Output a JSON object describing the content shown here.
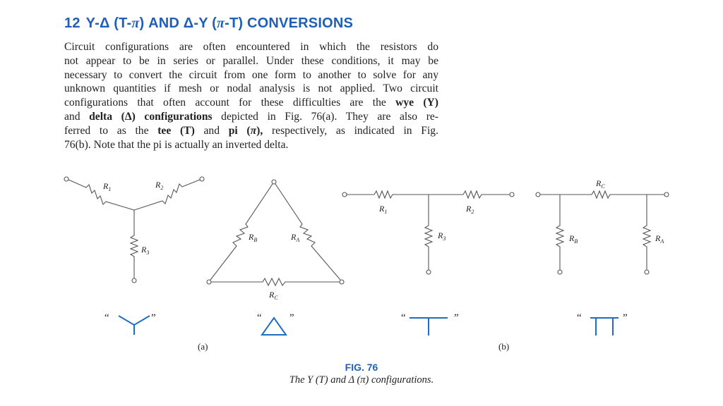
{
  "section": {
    "number": "12",
    "title_parts": [
      "Y-Δ (T-",
      "π",
      ") AND Δ-Y (",
      "π",
      "-T) CONVERSIONS"
    ]
  },
  "paragraph": {
    "lines": [
      [
        {
          "t": "Circuit configurations are often encountered in which the resistors do"
        }
      ],
      [
        {
          "t": "not appear to be in series or parallel. Under these conditions, it may be"
        }
      ],
      [
        {
          "t": "necessary to convert the circuit from one form to another to solve for any"
        }
      ],
      [
        {
          "t": "unknown quantities if mesh or nodal analysis is not applied. Two circuit"
        }
      ],
      [
        {
          "t": "configurations that often account for these difficulties are the "
        },
        {
          "t": "wye (Y)",
          "b": true
        }
      ],
      [
        {
          "t": "and "
        },
        {
          "t": "delta (Δ) configurations",
          "b": true
        },
        {
          "t": " depicted in Fig. 76(a). They are also re-"
        }
      ],
      [
        {
          "t": "ferred to as the "
        },
        {
          "t": "tee (T)",
          "b": true
        },
        {
          "t": " and "
        },
        {
          "t": "pi (",
          "b": true
        },
        {
          "t": "π",
          "b": true,
          "i": true
        },
        {
          "t": "),",
          "b": true
        },
        {
          "t": " respectively, as indicated in Fig."
        }
      ],
      [
        {
          "t": "76(b). Note that the pi is actually an inverted delta."
        }
      ]
    ]
  },
  "figure": {
    "resistor_labels": {
      "wye": [
        "R1",
        "R2",
        "R3"
      ],
      "delta": [
        "RB",
        "RA",
        "RC"
      ],
      "tee": [
        "R1",
        "R2",
        "R3"
      ],
      "pi": [
        "RC",
        "RB",
        "RA"
      ]
    },
    "shape_quotes": {
      "open": "“",
      "close": "”"
    },
    "subcaption_a": "(a)",
    "subcaption_b": "(b)",
    "label": "FIG. 76",
    "caption": "The Y (T) and Δ (π) configurations.",
    "colors": {
      "accent": "#1f5fb5",
      "line": "#555555"
    }
  }
}
